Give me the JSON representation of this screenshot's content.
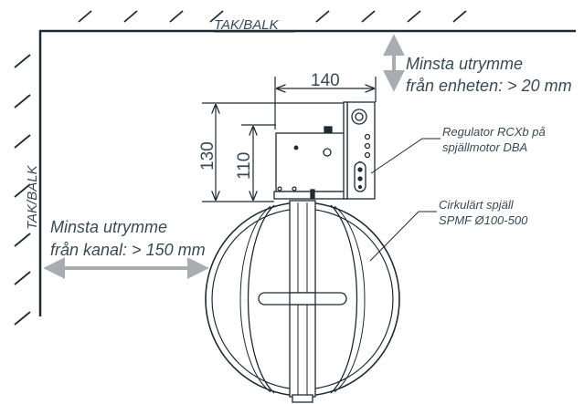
{
  "labels": {
    "ceiling": "TAK/BALK",
    "wall": "TAK/BALK",
    "top_clearance_line1": "Minsta utrymme",
    "top_clearance_line2": "från enheten: > 20 mm",
    "side_clearance_line1": "Minsta utrymme",
    "side_clearance_line2": "från kanal: > 150 mm",
    "regulator_line1": "Regulator RCXb på",
    "regulator_line2": "spjällmotor DBA",
    "damper_line1": "Cirkulärt spjäll",
    "damper_line2": "SPMF Ø100-500"
  },
  "dimensions": {
    "width": "140",
    "height_outer": "130",
    "height_inner": "110"
  },
  "colors": {
    "line": "#1f2a33",
    "text": "#3a4a55",
    "arrow": "#a9adb1"
  }
}
